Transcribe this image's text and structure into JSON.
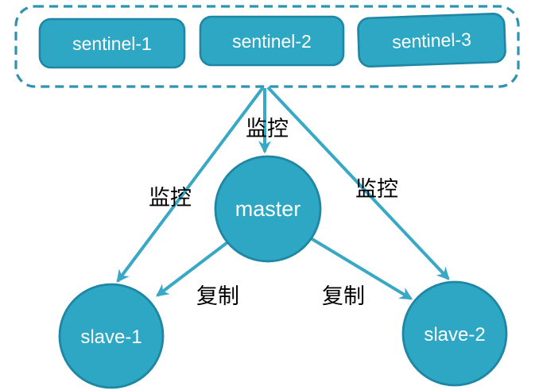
{
  "sentinel_group": {
    "nodes": [
      {
        "label": "sentinel-1"
      },
      {
        "label": "sentinel-2"
      },
      {
        "label": "sentinel-3"
      }
    ]
  },
  "nodes": {
    "master": {
      "label": "master"
    },
    "slave1": {
      "label": "slave-1"
    },
    "slave2": {
      "label": "slave-2"
    }
  },
  "edges": {
    "monitor_left": {
      "label": "监控"
    },
    "monitor_center": {
      "label": "监控"
    },
    "monitor_right": {
      "label": "监控"
    },
    "replicate_left": {
      "label": "复制"
    },
    "replicate_right": {
      "label": "复制"
    }
  },
  "colors": {
    "node_fill": "#2ea7c4",
    "node_border": "#1f86a4",
    "arrow": "#38a8c4",
    "dashed_border": "#2e93ae",
    "node_text": "#ffffff",
    "edge_label_text": "#000000",
    "background": "#ffffff"
  }
}
